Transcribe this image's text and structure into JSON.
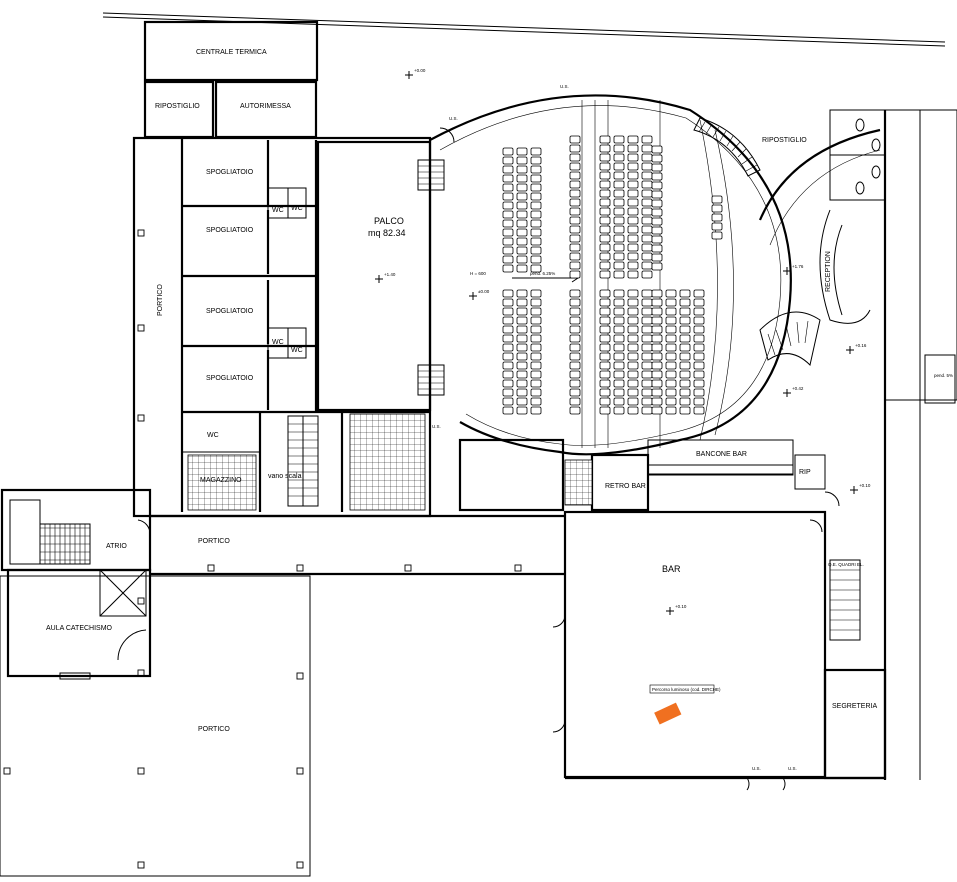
{
  "rooms": {
    "centrale_termica": "CENTRALE TERMICA",
    "ripostiglio_top": "RIPOSTIGLIO",
    "autorimessa": "AUTORIMESSA",
    "spogliatoio": "SPOGLIATOIO",
    "wc": "WC",
    "palco": "PALCO",
    "palco_area": "mq 82.34",
    "portico": "PORTICO",
    "magazzino": "MAGAZZINO",
    "vano_scala": "vano scala",
    "atrio": "ATRIO",
    "aula": "AULA CATECHISMO",
    "ripostiglio_right": "RIPOSTIGLIO",
    "reception": "RECEPTION",
    "bancone_bar": "BANCONE BAR",
    "retro_bar": "RETRO BAR",
    "rip": "RIP",
    "bar": "BAR",
    "segreteria": "SEGRETERIA",
    "quadri_el": "Q.E. QUADRI EL."
  },
  "levels": {
    "top": "+0.00",
    "palco": "+1.40",
    "hall": "±0.00",
    "reception": "+1.76",
    "right_mid": "+0.16",
    "right_low": "+0.42",
    "bar_side": "+0.10",
    "bar_center": "+0.10"
  },
  "notes": {
    "h600": "H = 600",
    "slope": "pend. 6.25%",
    "us": "U.S.",
    "orange": "Percorso luminoso (cod. DIRCHE)",
    "pend5": "pend. 5%"
  },
  "colors": {
    "walls": "#000000",
    "highlight": "#f07020"
  }
}
